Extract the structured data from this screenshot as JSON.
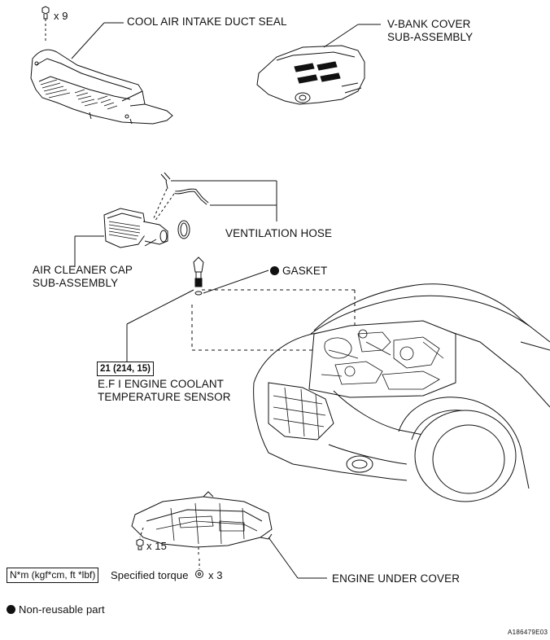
{
  "labels": {
    "cool_air_seal": "COOL AIR INTAKE DUCT SEAL",
    "vbank_line1": "V-BANK COVER",
    "vbank_line2": "SUB-ASSEMBLY",
    "ventilation_hose": "VENTILATION HOSE",
    "air_cleaner_line1": "AIR CLEANER CAP",
    "air_cleaner_line2": "SUB-ASSEMBLY",
    "gasket": "GASKET",
    "sensor_line1": "E.F I  ENGINE COOLANT",
    "sensor_line2": "TEMPERATURE SENSOR",
    "engine_under_cover": "ENGINE UNDER COVER"
  },
  "quantities": {
    "seal_bolts": "x 9",
    "under_cover_bolts": "x 15",
    "under_cover_clips": "x 3"
  },
  "torque": {
    "sensor_value": "21 (214, 15)"
  },
  "legend": {
    "torque_unit": "N*m (kgf*cm, ft *lbf)",
    "torque_desc": "Specified torque",
    "non_reusable": "Non-reusable part"
  },
  "figure_code": "A186479E03",
  "icons": {
    "bolt": "bolt-icon",
    "non_reusable_dot": "filled-circle-icon"
  }
}
